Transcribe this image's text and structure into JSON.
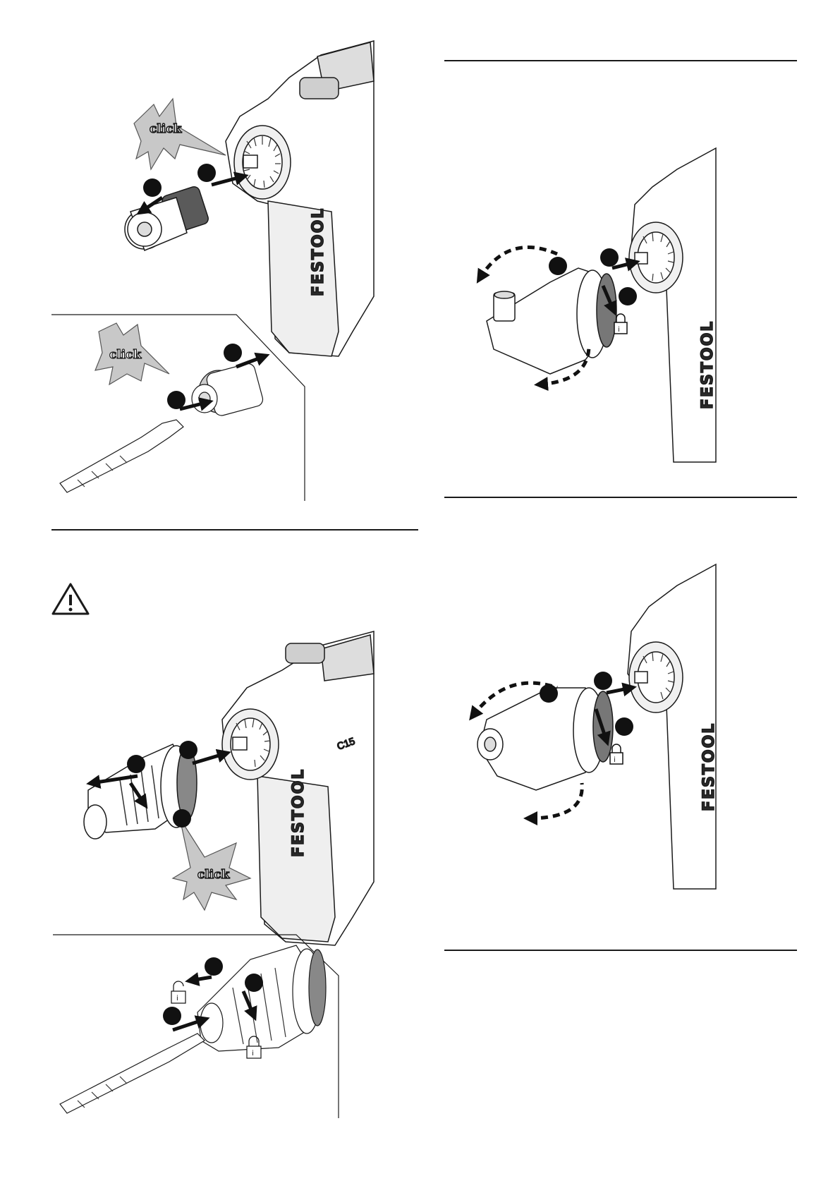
{
  "colors": {
    "line": "#1a1a1a",
    "body_fill": "#ffffff",
    "grey_star": "#c8c8c8",
    "callout_fill": "#111111"
  },
  "labels": {
    "click": "click",
    "brand": "FESTOOL",
    "model": "C15"
  },
  "icons": [
    "warning-icon",
    "padlock-locked-icon",
    "padlock-unlocked-icon",
    "click-starburst-icon"
  ]
}
